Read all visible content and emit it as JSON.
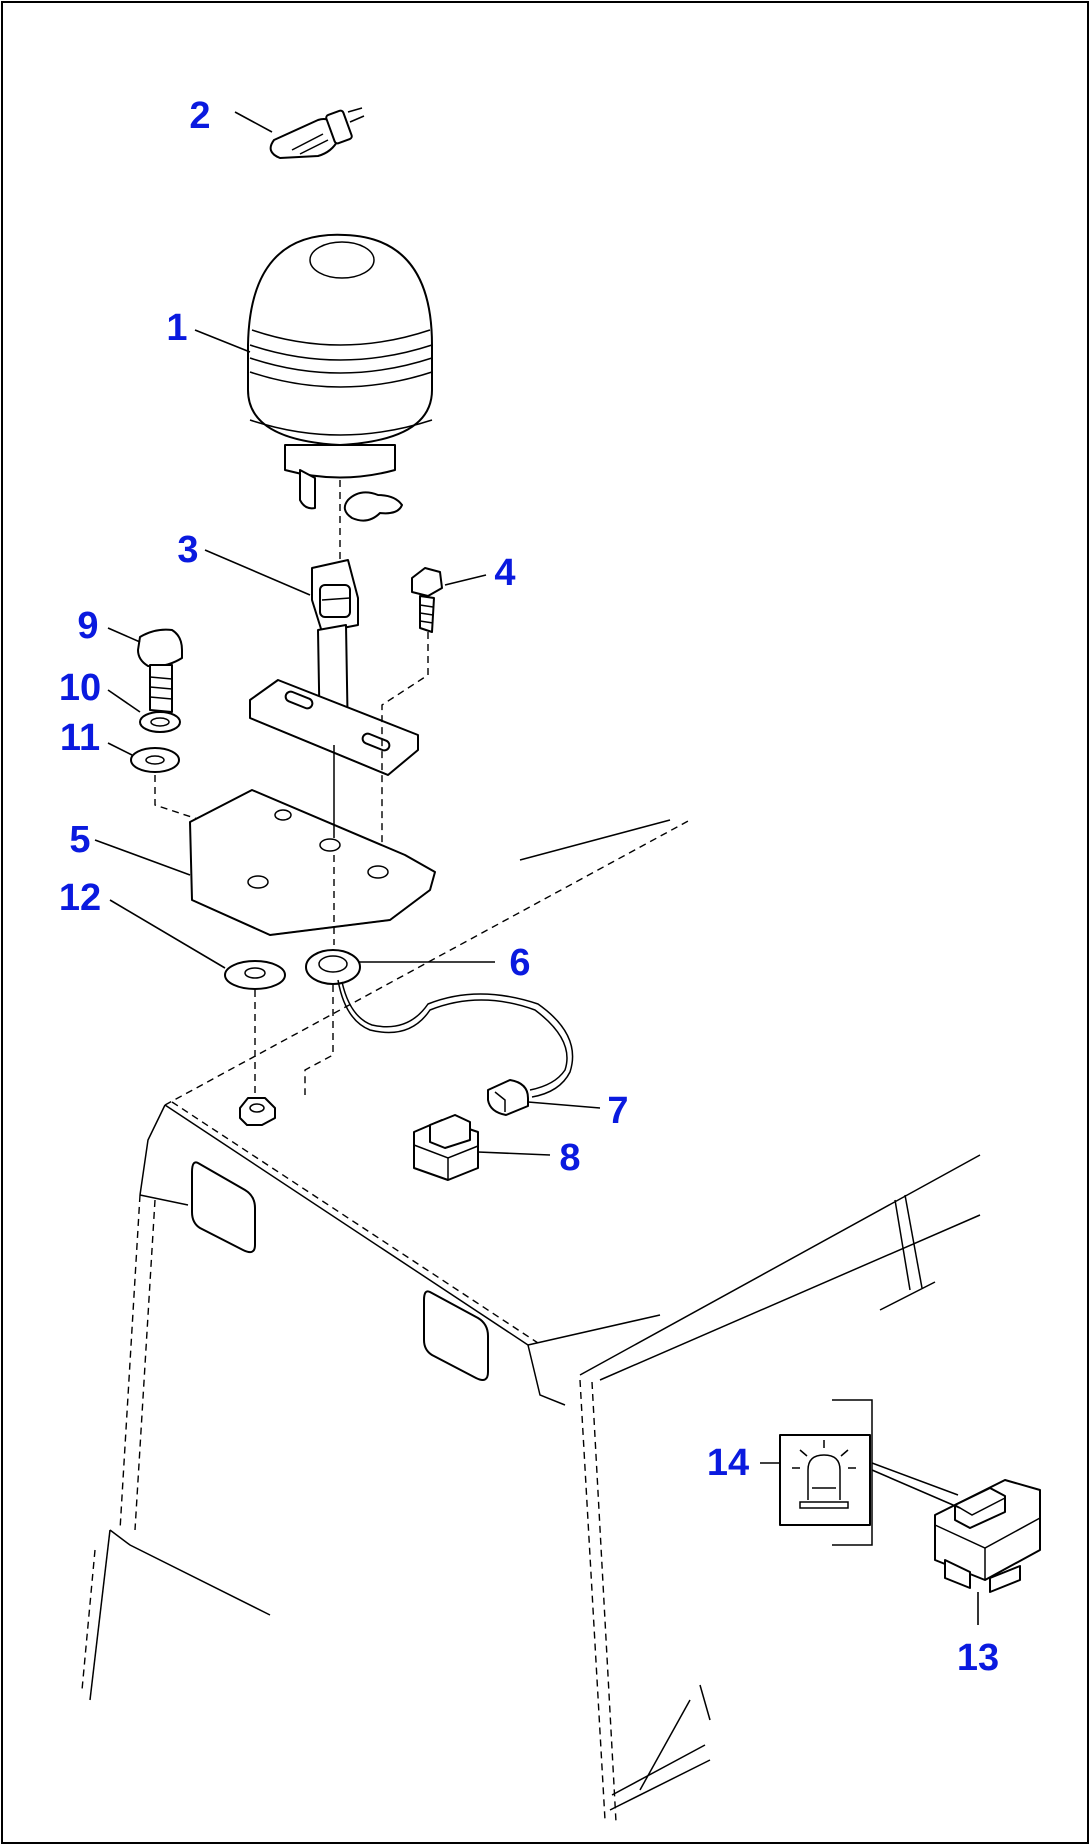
{
  "callouts": [
    {
      "id": "1",
      "label": "1"
    },
    {
      "id": "2",
      "label": "2"
    },
    {
      "id": "3",
      "label": "3"
    },
    {
      "id": "4",
      "label": "4"
    },
    {
      "id": "5",
      "label": "5"
    },
    {
      "id": "6",
      "label": "6"
    },
    {
      "id": "7",
      "label": "7"
    },
    {
      "id": "8",
      "label": "8"
    },
    {
      "id": "9",
      "label": "9"
    },
    {
      "id": "10",
      "label": "10"
    },
    {
      "id": "11",
      "label": "11"
    },
    {
      "id": "12",
      "label": "12"
    },
    {
      "id": "13",
      "label": "13"
    },
    {
      "id": "14",
      "label": "14"
    }
  ],
  "colors": {
    "callout": "#0a1adf",
    "line": "#000000",
    "background": "#ffffff"
  },
  "icons": {
    "switch_symbol": "rotating-beacon-icon"
  }
}
